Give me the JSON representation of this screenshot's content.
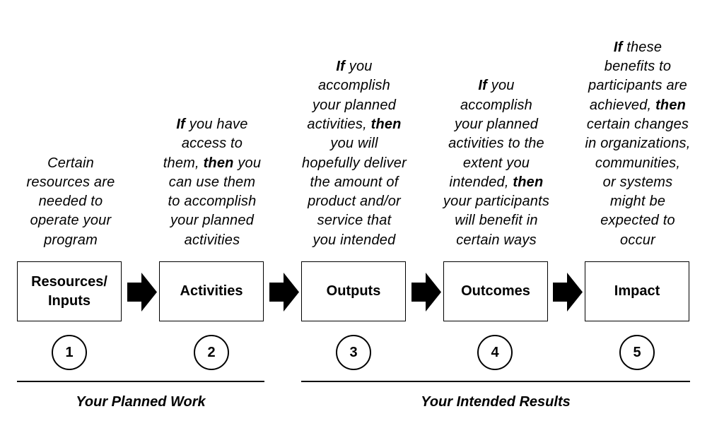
{
  "stages": [
    {
      "number": "1",
      "box_lines": [
        "Resources/",
        "Inputs"
      ],
      "description_lines": [
        [
          {
            "t": "Certain"
          }
        ],
        [
          {
            "t": "resources are"
          }
        ],
        [
          {
            "t": "needed to"
          }
        ],
        [
          {
            "t": "operate your"
          }
        ],
        [
          {
            "t": "program"
          }
        ]
      ]
    },
    {
      "number": "2",
      "box_lines": [
        "Activities"
      ],
      "description_lines": [
        [
          {
            "t": "If",
            "b": true
          },
          {
            "t": " you have"
          }
        ],
        [
          {
            "t": "access to"
          }
        ],
        [
          {
            "t": "them, "
          },
          {
            "t": "then",
            "b": true
          },
          {
            "t": " you"
          }
        ],
        [
          {
            "t": "can use them"
          }
        ],
        [
          {
            "t": "to accomplish"
          }
        ],
        [
          {
            "t": "your planned"
          }
        ],
        [
          {
            "t": "activities"
          }
        ]
      ]
    },
    {
      "number": "3",
      "box_lines": [
        "Outputs"
      ],
      "description_lines": [
        [
          {
            "t": "If",
            "b": true
          },
          {
            "t": " you"
          }
        ],
        [
          {
            "t": "accomplish"
          }
        ],
        [
          {
            "t": "your planned"
          }
        ],
        [
          {
            "t": "activities, "
          },
          {
            "t": "then",
            "b": true
          }
        ],
        [
          {
            "t": "you will"
          }
        ],
        [
          {
            "t": "hopefully deliver"
          }
        ],
        [
          {
            "t": "the amount of"
          }
        ],
        [
          {
            "t": "product and/or"
          }
        ],
        [
          {
            "t": "service that"
          }
        ],
        [
          {
            "t": "you intended"
          }
        ]
      ]
    },
    {
      "number": "4",
      "box_lines": [
        "Outcomes"
      ],
      "description_lines": [
        [
          {
            "t": "If",
            "b": true
          },
          {
            "t": " you"
          }
        ],
        [
          {
            "t": "accomplish"
          }
        ],
        [
          {
            "t": "your planned"
          }
        ],
        [
          {
            "t": "activities to the"
          }
        ],
        [
          {
            "t": "extent you"
          }
        ],
        [
          {
            "t": "intended, "
          },
          {
            "t": "then",
            "b": true
          }
        ],
        [
          {
            "t": "your participants"
          }
        ],
        [
          {
            "t": "will benefit in"
          }
        ],
        [
          {
            "t": "certain ways"
          }
        ]
      ]
    },
    {
      "number": "5",
      "box_lines": [
        "Impact"
      ],
      "description_lines": [
        [
          {
            "t": "If",
            "b": true
          },
          {
            "t": " these"
          }
        ],
        [
          {
            "t": "benefits to"
          }
        ],
        [
          {
            "t": "participants are"
          }
        ],
        [
          {
            "t": "achieved, "
          },
          {
            "t": "then",
            "b": true
          }
        ],
        [
          {
            "t": "certain changes"
          }
        ],
        [
          {
            "t": "in organizations,"
          }
        ],
        [
          {
            "t": "communities,"
          }
        ],
        [
          {
            "t": "or systems"
          }
        ],
        [
          {
            "t": "might be"
          }
        ],
        [
          {
            "t": "expected to"
          }
        ],
        [
          {
            "t": "occur"
          }
        ]
      ]
    }
  ],
  "groups": {
    "planned_work": "Your Planned Work",
    "intended_results": "Your Intended Results"
  }
}
